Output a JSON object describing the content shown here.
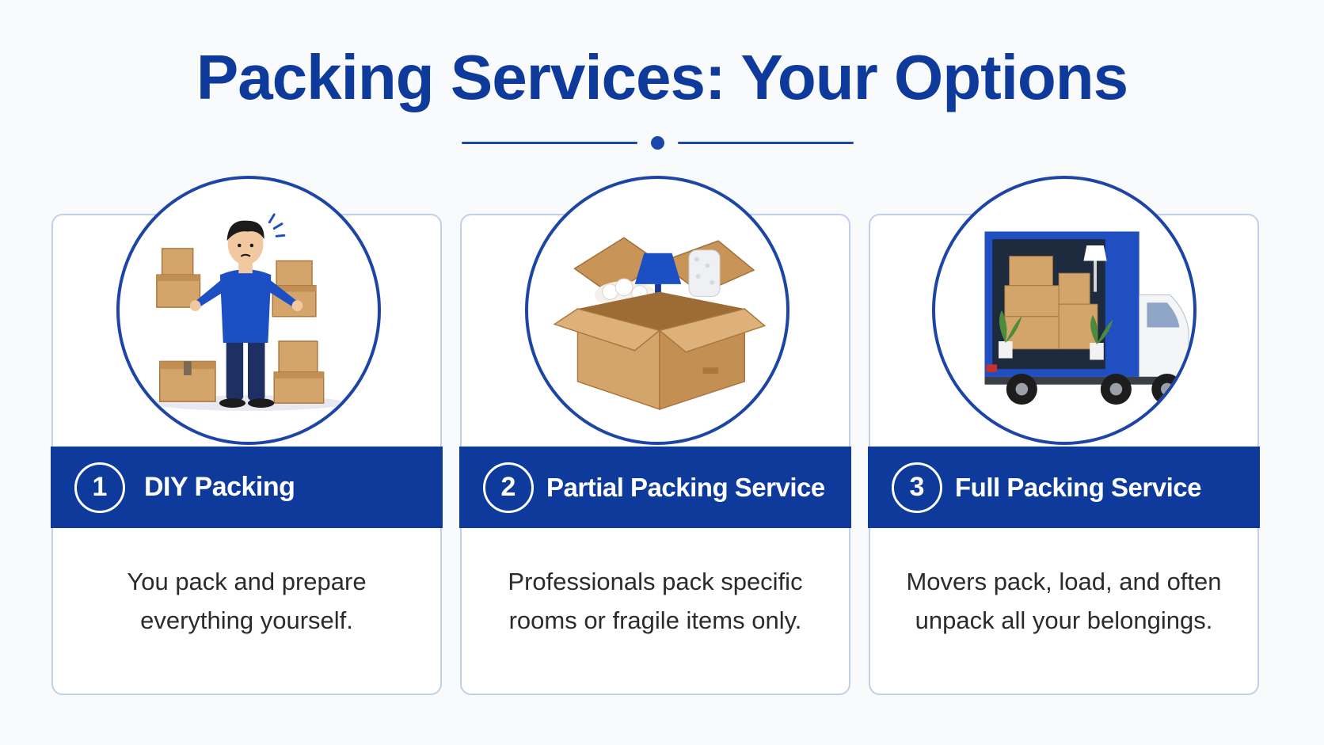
{
  "title": "Packing Services: Your Options",
  "colors": {
    "primary": "#0e3a9c",
    "accent": "#1c45a6",
    "card_border": "#c2cfe8",
    "box": "#d4a56a"
  },
  "options": [
    {
      "number": "1",
      "title": "DIY Packing",
      "description_lines": [
        "You pack and prepare",
        "everything yourself."
      ],
      "icon": "person-juggling-boxes-icon"
    },
    {
      "number": "2",
      "title": "Partial Packing Service",
      "description_lines": [
        "Professionals pack specific",
        "rooms or fragile items only."
      ],
      "icon": "open-box-fragile-items-icon"
    },
    {
      "number": "3",
      "title": "Full Packing Service",
      "description_lines": [
        "Movers pack, load, and often",
        "unpack all your belongings."
      ],
      "icon": "moving-truck-loaded-icon"
    }
  ]
}
